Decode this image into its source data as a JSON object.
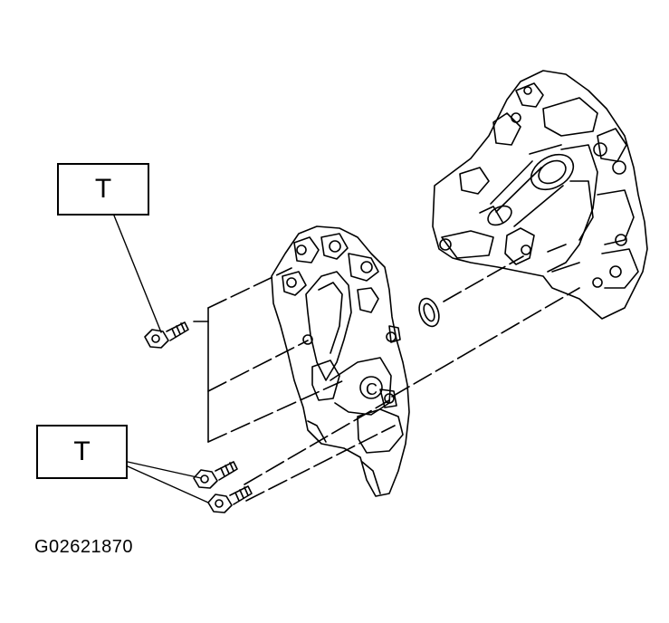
{
  "callouts": {
    "upper_bolt": "T",
    "lower_bolts": "T"
  },
  "figure_code": "G02621870",
  "part_mark": "C",
  "colors": {
    "line": "#000000",
    "background": "#ffffff"
  }
}
